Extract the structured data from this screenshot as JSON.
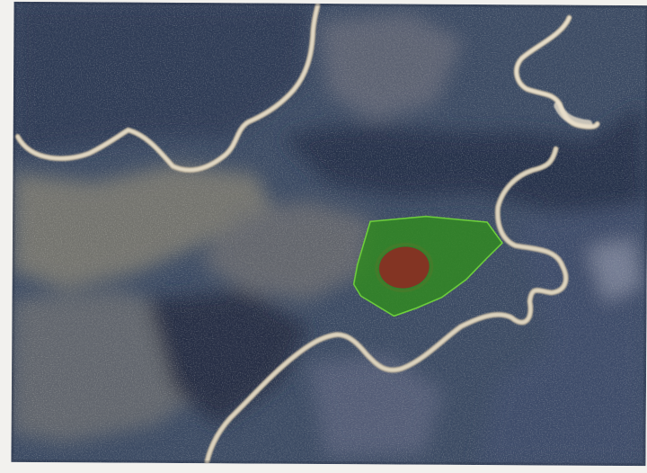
{
  "map": {
    "view": "aerial-photo",
    "colors": {
      "terrain_base": "#3b4a63",
      "terrain_dark": "#2a3550",
      "scrub_light": "#8d8a7c",
      "scrub_mid": "#5f6370",
      "road": "#d9d0bd",
      "road_edge": "#b9ad97",
      "zone_fill": "#2f8a1e",
      "zone_stroke": "#6fd23a",
      "core_fill": "#8a2e22",
      "photo_border": "#f2f1ee"
    },
    "features": {
      "roads": 3,
      "highlighted_zone": "green-polygon",
      "core_area": "red-ellipse"
    }
  }
}
